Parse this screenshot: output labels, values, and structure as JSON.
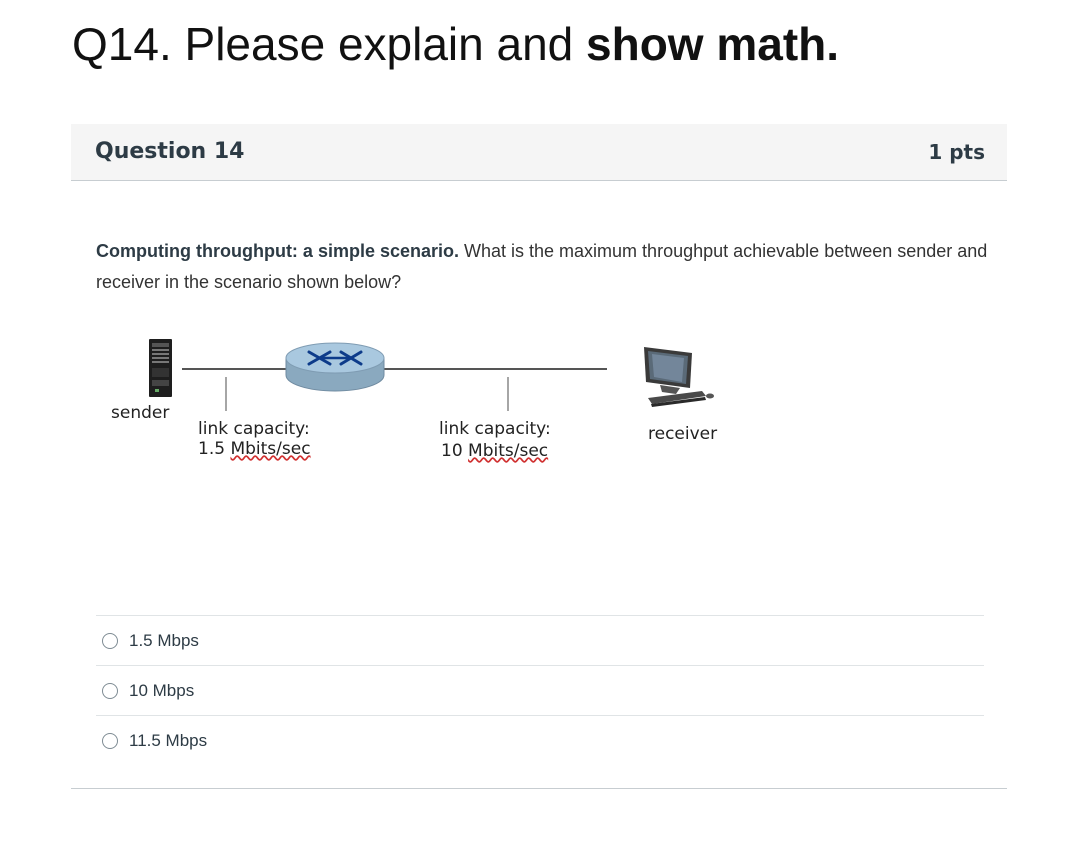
{
  "page": {
    "heading_prefix": "Q14. Please explain and ",
    "heading_bold": "show math."
  },
  "question": {
    "title": "Question 14",
    "points": "1 pts",
    "text_bold": "Computing throughput: a simple scenario.",
    "text_rest": " What is the maximum throughput achievable between sender and receiver in the scenario shown below?"
  },
  "diagram": {
    "sender_label": "sender",
    "receiver_label": "receiver",
    "link1_line1": "link capacity:",
    "link1_line2_value": "1.5 ",
    "link1_line2_unit": "Mbits/sec",
    "link2_line1": "link capacity:",
    "link2_line2_value": "10 ",
    "link2_line2_unit": "Mbits/sec",
    "icons": [
      "server-icon",
      "router-icon",
      "computer-icon"
    ]
  },
  "answers": [
    {
      "label": "1.5 Mbps",
      "selected": false
    },
    {
      "label": "10 Mbps",
      "selected": false
    },
    {
      "label": "11.5 Mbps",
      "selected": false
    }
  ],
  "colors": {
    "header_bg": "#f5f5f5",
    "text": "#2d3b45",
    "router_blue": "#9fc3df"
  }
}
